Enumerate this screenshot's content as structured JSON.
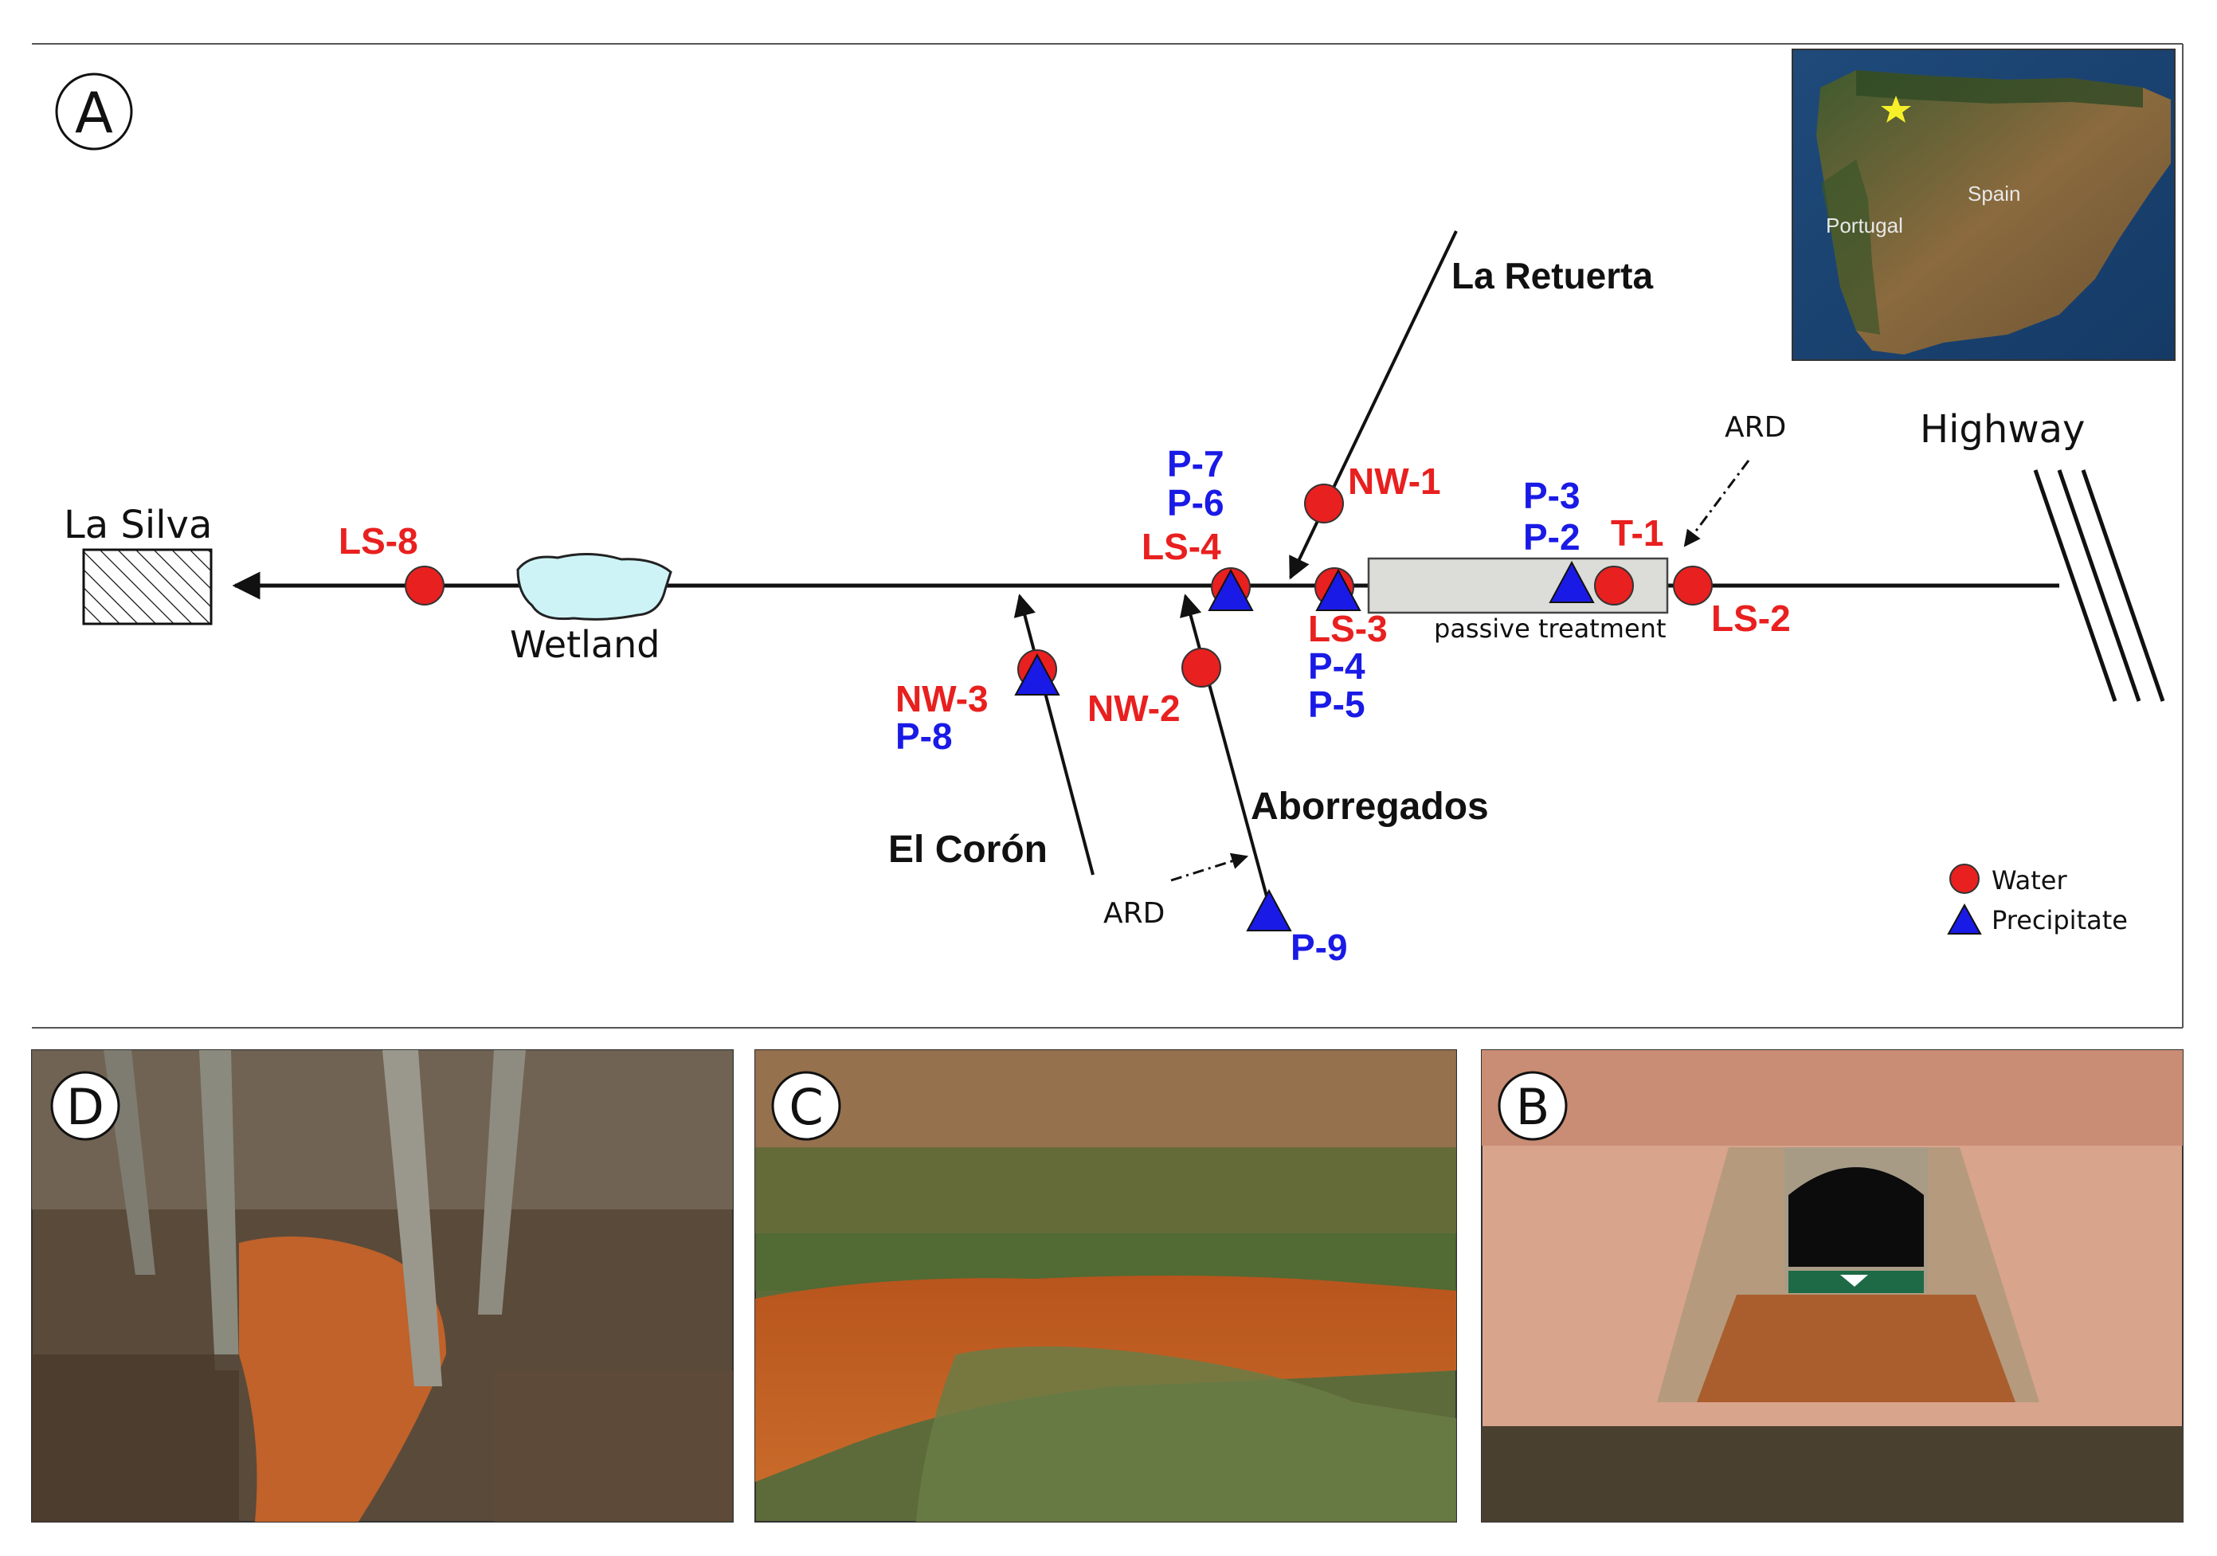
{
  "panels": {
    "a": "A",
    "b": "B",
    "c": "C",
    "d": "D"
  },
  "inset_map": {
    "spain": "Spain",
    "portugal": "Portugal"
  },
  "places": {
    "la_silva": "La Silva",
    "wetland": "Wetland",
    "la_retuerta": "La Retuerta",
    "highway": "Highway",
    "el_coron": "El Corón",
    "aborregados": "Aborregados",
    "passive_treatment": "passive treatment",
    "ard_top": "ARD",
    "ard_bottom": "ARD"
  },
  "water_sites": {
    "ls8": "LS-8",
    "ls4": "LS-4",
    "nw1": "NW-1",
    "ls3": "LS-3",
    "t1": "T-1",
    "ls2": "LS-2",
    "nw3": "NW-3",
    "nw2": "NW-2"
  },
  "precipitate_sites": {
    "p7": "P-7",
    "p6": "P-6",
    "p3": "P-3",
    "p2": "P-2",
    "p4": "P-4",
    "p5": "P-5",
    "p8": "P-8",
    "p9": "P-9"
  },
  "legend": {
    "water": "Water",
    "precipitate": "Precipitate"
  },
  "colors": {
    "water": "#e8201f",
    "precipitate": "#1a1ae6",
    "wetland": "#cdf3f6",
    "treatment_box": "#dcdcd8"
  }
}
